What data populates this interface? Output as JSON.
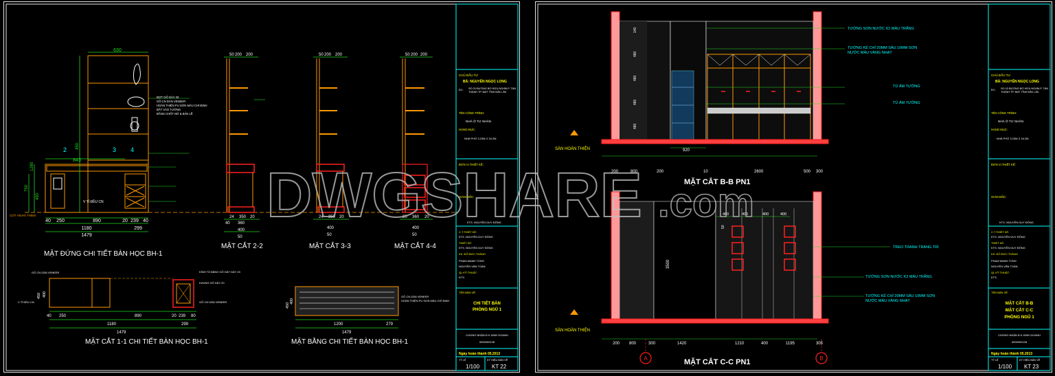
{
  "left_sheet": {
    "views": {
      "elevation": {
        "title": "MẶT ĐỨNG CHI TIẾT BÀN HỌC BH-1",
        "dims": {
          "top": "630",
          "d843": "843",
          "d1479": "1479",
          "d1180": "1180",
          "d299": "299",
          "d40a": "40",
          "d250": "250",
          "d890": "890",
          "d20": "20",
          "d239": "239",
          "d40b": "40"
        },
        "tags": [
          "2",
          "3",
          "4"
        ],
        "left_label": "COT HOAN THIEN",
        "inner_label": "V TỈ ĐỀU CN",
        "height_dims": [
          "1280",
          "750",
          "490",
          "450"
        ],
        "notes": [
          "ĐỢT GỖ DÀY 20",
          "GỖ CN DÁN VENEER",
          "HOÀN THIỆN PU SƠN MÀU CHÍ ĐỊNH",
          "BẮT VÀO TƯỜNG",
          "BẰNG CHỐT NỞ & BẢN LỀ"
        ]
      },
      "section22": {
        "title": "MẶT CẮT 2-2",
        "dims": [
          "50",
          "200",
          "200",
          "24",
          "350",
          "20",
          "40",
          "360",
          "400",
          "50"
        ]
      },
      "section33": {
        "title": "MẶT CẮT 3-3",
        "dims": [
          "50",
          "200",
          "200",
          "24",
          "350",
          "20",
          "400",
          "50"
        ]
      },
      "section44": {
        "title": "MẶT CẮT 4-4",
        "dims": [
          "50",
          "200",
          "200",
          "20",
          "360",
          "20",
          "400",
          "50"
        ]
      },
      "section11": {
        "title": "MẶT CẮT 1-1 CHI TIẾT BÀN HỌC BH-1",
        "dims": [
          "40",
          "250",
          "890",
          "20",
          "239",
          "80",
          "1180",
          "299",
          "1479",
          "400",
          "450"
        ],
        "labels": [
          "GỖ CN DÁN VENEER",
          "V TỈ ĐỀU CN",
          "KÍNH TỦ BẰNG GỖ DÀY DÀY 20",
          "KHUNG GỖ DÀY 20",
          "GỖ CN DÁN VENEER"
        ]
      },
      "plan": {
        "title": "MẶT BẰNG CHI TIẾT BÀN HỌC BH-1",
        "dims": [
          "1200",
          "279",
          "1479",
          "450",
          "400"
        ],
        "labels": [
          "GỖ CN DÁN VENEER",
          "HOÀN THIỆN PU SƠN MÀU CHỈ ĐỊNH"
        ]
      }
    },
    "title_block": {
      "owner_label": "CHỦ ĐẦU TƯ",
      "owner": "BÀ: NGUYỄN NGỌC LONG",
      "address_label": "ĐC:",
      "address": "SỐ 03 ĐƯỜNG BỜ HỮU NGHĨA P. TÂN THÀNH TP. BMT TỈNH ĐẮK LẮK",
      "project_label": "TÊN CÔNG TRÌNH:",
      "project": "NHÀ Ở TƯ NHÂN",
      "item_label": "HẠNG MỤC:",
      "item": "NHÀ PHỐ 3.23M X 16.2M",
      "design_unit": "ĐƠN VỊ THIẾT KẾ:",
      "director_label": "GIÁM ĐỐC:",
      "director": "KTS. NGUYỄN DUY ĐÔNG",
      "chief_label": "C.T.THIẾT KẾ:",
      "chief": "KTS. NGUYỄN DUY ĐÔNG",
      "designer_label": "THIẾT KẾ:",
      "designer": "KTS. NGUYỄN DUY ĐÔNG",
      "designer2": "KS. ĐỖ ĐỨC THÀNH",
      "drafter1": "PHẠM MẠNH TÙNG",
      "drafter2": "NGUYỄN VĂN TOÀN",
      "qa_label": "QL KỸ THUẬT:",
      "qa": "KTS.",
      "drawing_label": "TÊN BẢN VẼ:",
      "drawing_name": [
        "CHI TIẾT BÀN",
        "PHÒNG NGỦ 1"
      ],
      "cert": "CHỨNG NHẬN Đ.K.KINH DOANH",
      "cert_no": "0000000128",
      "date": "Ngày hoàn thành 05.2013",
      "scale_label": "TỶ LỆ",
      "sheet_label": "KÝ HIỆU BẢN VẼ",
      "scale": "1/100",
      "sheet_no": "KT 22"
    }
  },
  "right_sheet": {
    "section_bb": {
      "title": "MẶT CẮT B-B PN1",
      "floor": "SÀN HOÀN THIỆN",
      "callouts": [
        "TƯỜNG SƠN NƯỚC ICI MÀU TRẮNG",
        "TƯỜNG KẺ CHỈ 20MM SÂU 10MM SƠN",
        "NƯỚC MÀU VÀNG NHẠT",
        "TỦ ÂM TƯỜNG",
        "TỦ ÂM TƯỜNG"
      ],
      "dims": [
        "200",
        "800",
        "200",
        "920",
        "10",
        "2600",
        "500",
        "300"
      ],
      "vdims": [
        "140",
        "480",
        "480",
        "480",
        "480"
      ]
    },
    "section_cc": {
      "title": "MẶT CẮT C-C PN1",
      "floor": "SÀN HOÀN THIỆN",
      "callouts": [
        "TREO TRANH TRANG TRÍ",
        "TƯỜNG SƠN NƯỚC ICI MÀU TRẮNG",
        "TƯỜNG KẺ CHỈ 20MM SÂU 10MM SƠN",
        "NƯỚC MÀU VÀNG NHẠT"
      ],
      "dims": [
        "200",
        "800",
        "300",
        "1420",
        "1210",
        "400",
        "1195",
        "305"
      ],
      "inner_dims": [
        "400",
        "400",
        "400",
        "400"
      ],
      "vdims": [
        "3500",
        "50"
      ],
      "grid": [
        "A",
        "B"
      ]
    },
    "title_block": {
      "owner_label": "CHỦ ĐẦU TƯ",
      "owner": "BÀ: NGUYỄN NGỌC LONG",
      "address_label": "ĐC:",
      "address": "SỐ 03 ĐƯỜNG BỜ HỮU NGHĨA P. TÂN THÀNH TP. BMT TỈNH ĐẮK LẮK",
      "project_label": "TÊN CÔNG TRÌNH:",
      "project": "NHÀ Ở TƯ NHÂN",
      "item_label": "HẠNG MỤC:",
      "item": "NHÀ PHỐ 3.23M X 16.2M",
      "design_unit": "ĐƠN VỊ THIẾT KẾ:",
      "director_label": "GIÁM ĐỐC:",
      "director": "KTS. NGUYỄN DUY ĐÔNG",
      "chief_label": "C.T.THIẾT KẾ:",
      "chief": "KTS. NGUYỄN DUY ĐÔNG",
      "designer_label": "THIẾT KẾ:",
      "designer": "KTS. NGUYỄN DUY ĐÔNG",
      "designer2": "KS. ĐỖ ĐỨC THÀNH",
      "drafter1": "PHẠM MẠNH TÙNG",
      "drafter2": "NGUYỄN VĂN TOÀN",
      "qa_label": "QL KỸ THUẬT:",
      "qa": "KTS.",
      "drawing_label": "TÊN BẢN VẼ:",
      "drawing_name": [
        "MẶT CẮT B-B",
        "MẶT CẮT C-C",
        "PHÒNG NGỦ 1"
      ],
      "cert": "CHỨNG NHẬN Đ.K.KINH DOANH",
      "cert_no": "0000000128",
      "date": "Ngày hoàn thành 05.2013",
      "scale_label": "TỶ LỆ",
      "sheet_label": "KÝ HIỆU BẢN VẼ",
      "scale": "1/100",
      "sheet_no": "KT 23"
    }
  },
  "watermark": {
    "text": "DWGSHARE",
    "suffix": ".com"
  },
  "colors": {
    "background": "#000000",
    "frame": "#e8e8e8",
    "cyan": "#00ffff",
    "yellow": "#ffff00",
    "red": "#ff2020",
    "orange": "#ff9900",
    "green": "#22dd22",
    "magenta": "#ff00ff"
  }
}
